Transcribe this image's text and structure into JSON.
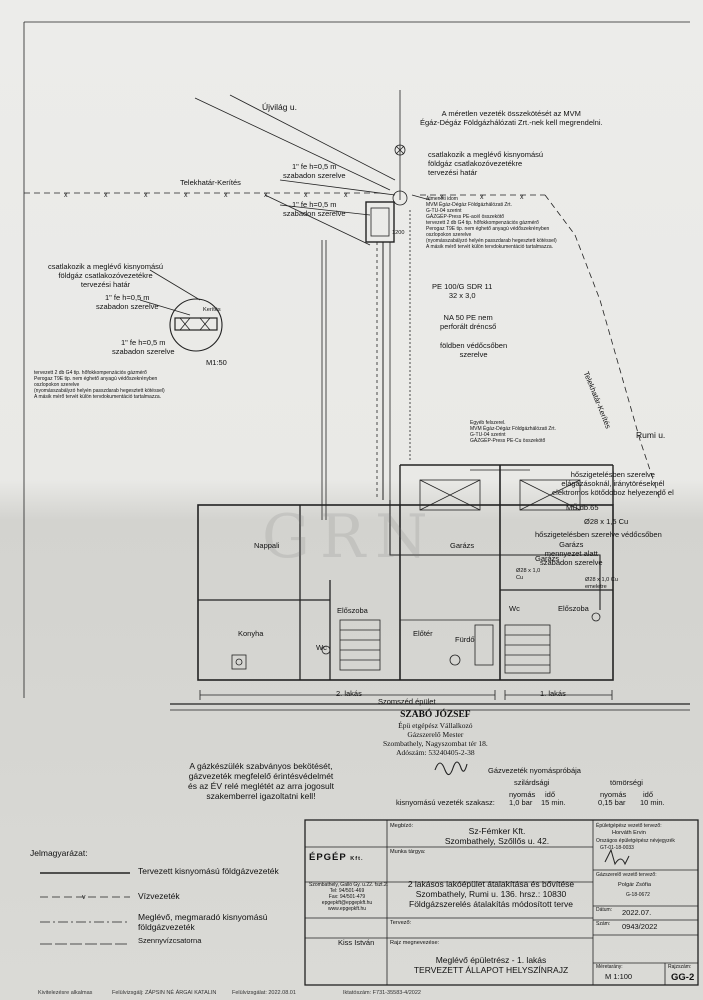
{
  "streets": {
    "ujvilag": "Újvilág u.",
    "rumi": "Rumi u.",
    "property_line_left": "Telekhatár-Kerítés",
    "property_line_right": "Telekhatár-Kerítés"
  },
  "notes": {
    "mvm_order": [
      "A méretlen vezeték összekötését az MVM",
      "Égáz-Dégáz Földgázhálózati  Zrt.-nek kell megrendelni."
    ],
    "pipe_a": [
      "1\" fe h=0,5 m",
      "szabadon szerelve"
    ],
    "pipe_b": [
      "1\" fe h=0,5 m",
      "szabadon szerelve"
    ],
    "connect_top": [
      "csatlakozik a meglévő kisnyomású",
      "földgáz csatlakozóvezetékre",
      "tervezési határ"
    ],
    "meter_block": [
      "Átmeneti idom",
      "MVM Égáz-Dégáz Földgázhálózati Zrt.",
      "G-TU-04 szerint",
      "GÁZGÉP-Press PE-acél összekötő",
      "tervezett 2 db G4 tip. hőfokkompenzációs gázmérő",
      "Perogaz T9E tip. nem éghető anyagú védőszekrényben",
      "oszlopokon szerelve",
      "(nyomásszabályzó helyén passzdarab hegesztett kötéssel)",
      "A másik mérő tervét külön tervdokumentáció tartalmazza."
    ],
    "dim_1200": "1200",
    "pe_pipe": [
      "PE 100/G SDR 11",
      "32 x 3,0"
    ],
    "drain": [
      "NA 50 PE nem",
      "perforált dréncső"
    ],
    "underground": [
      "földben védőcsőben",
      "szerelve"
    ],
    "connect_left": [
      "csatlakozik a meglévő kisnyomású",
      "földgáz csatlakozóvezetékre",
      "tervezési határ"
    ],
    "pipe_c": [
      "1\" fe h=0,5 m",
      "szabadon szerelve"
    ],
    "detail_label": "Kerítés",
    "pipe_d": [
      "1\" fe h=0,5 m",
      "szabadon szerelve"
    ],
    "scale_detail": "M1:50",
    "meter_left": [
      "tervezett 2 db G4 tip. hőfokkompenzációs gázmérő",
      "Perogaz T9E tip. nem éghető anyagú védőszekrényben",
      "oszlopokon szerelve",
      "(nyomásszabályzó helyén passzdarab hegesztett kötéssel)",
      "A másik mérő tervét külön tervdokumentáció tartalmazza."
    ],
    "mid_block": [
      "Egyéb felszerel.",
      "MVM Égáz-Dégáz Földgázhálózati Zrt.",
      "G-TU-04 szerint",
      "GÁZGÉP-Press PE-Cu összekötő"
    ],
    "wall_install": [
      "hőszigetelésben szerelve",
      "elágazásoknál, iránytöréseknél",
      "elektromos kötődoboz helyezendő el"
    ],
    "wall_ref": "MŰ.db.65",
    "cu_main": "Ø28 x 1,5 Cu",
    "insul_tube": "hőszigetelésben szerelve védőcsőben",
    "garage_ceiling": [
      "Garázs",
      "mennyezet alatt",
      "szabadon szerelve"
    ],
    "cu_small": [
      "Ø28 x 1,0",
      "Cu"
    ],
    "cu_above": [
      "Ø28 x 1,0 Cu",
      "emeletre"
    ]
  },
  "rooms": {
    "nappali": "Nappali",
    "garazs_left": "Garázs",
    "garazs_right": "Garázs",
    "eloszoba_left": "Előszoba",
    "konyha": "Konyha",
    "wc_left": "Wc",
    "eloter": "Előtér",
    "furdo": "Fürdő",
    "wc_right": "Wc",
    "eloszoba_right": "Előszoba"
  },
  "plan": {
    "unit2": "2. lakás",
    "unit1": "1. lakás",
    "neighbour": "Szomszéd épület"
  },
  "stamp": {
    "name": "SZABÓ JÓZSEF",
    "line1": "Épü etgépész Vállalkozó",
    "line2": "Gázszerelő Mester",
    "line3": "Szombathely, Nagyszombat tér 18.",
    "line4": "Adószám: 53240405-2-38"
  },
  "left_note": [
    "A gázkészülék szabványos bekötését,",
    "gázvezeték megfelelő érintésvédelmét",
    "és az ÉV relé meglétét az arra jogosult",
    "szakemberrel igazoltatni kell!"
  ],
  "pressure": {
    "title": "Gázvezeték nyomáspróbája",
    "col_strength": "szilárdsági",
    "col_tight": "tömörségi",
    "row_label": "kisnyomású vezeték szakasz:",
    "head_pressure": "nyomás",
    "head_time": "idő",
    "strength_pressure": "1,0 bar",
    "strength_time": "15 min.",
    "tight_pressure": "0,15 bar",
    "tight_time": "10 min."
  },
  "legend": {
    "title": "Jelmagyarázat:",
    "items": [
      "Tervezett kisnyomású földgázvezeték",
      "Vízvezeték",
      "Meglévő, megmaradó kisnyomású",
      "földgázvezeték",
      "Szennyvízcsatorna"
    ]
  },
  "title_block": {
    "client_label": "Megbízó:",
    "client_name": "Sz-Fémker Kft.",
    "client_address": "Szombathely, Szőllős u. 42.",
    "company": "ÉPGÉP",
    "company_suffix": "Kft.",
    "company_info": [
      "Szombathely, Galló Gy. u.22. fszt.2.",
      "Tel: 94/501-469",
      "Fax: 94/501-479",
      "epgepkft@epgepkft.hu",
      "www.epgepkft.hu"
    ],
    "subject_label": "Munka tárgya:",
    "subject": [
      "2 lakásos lakóépület átalakítása és bővítése",
      "Szombathely, Rumi u. 136. hrsz.: 10830",
      "Földgázszerelés átalakítás módosított terve"
    ],
    "designer_label": "Tervező:",
    "designer": "Kiss István",
    "drawing_label": "Rajz megnevezése:",
    "drawing": [
      "Meglévő épületrész - 1. lakás",
      "TERVEZETT ÁLLAPOT HELYSZÍNRAJZ"
    ],
    "resp_label": "Épületgépész vezető tervező:",
    "resp_name": "Horváth Ervin",
    "resp_reg_label": "Országos épületgépész névjegyzék",
    "resp_reg": "GT-01-18-0033",
    "gas_label": "Gázszerelő vezető tervező:",
    "gas_name": "Polgár Zsófia",
    "gas_reg": "G-18-0672",
    "date_label": "Dátum:",
    "date": "2022.07.",
    "number_label": "Szám:",
    "number": "0943/2022",
    "scale_label": "Méretarány:",
    "scale": "M 1:100",
    "sheet_label": "Rajzszám:",
    "sheet": "GG-2"
  },
  "watermark": [
    "G",
    "R",
    "N"
  ],
  "footer": [
    "Kivitelezésre alkalmas",
    "Felülvizsgálj: ZÁPSIN NÉ ÁRGAI KATALIN",
    "Felülvizsgálat: 2022.08.01",
    "Iktatószám: F731-35583-4/2022"
  ]
}
